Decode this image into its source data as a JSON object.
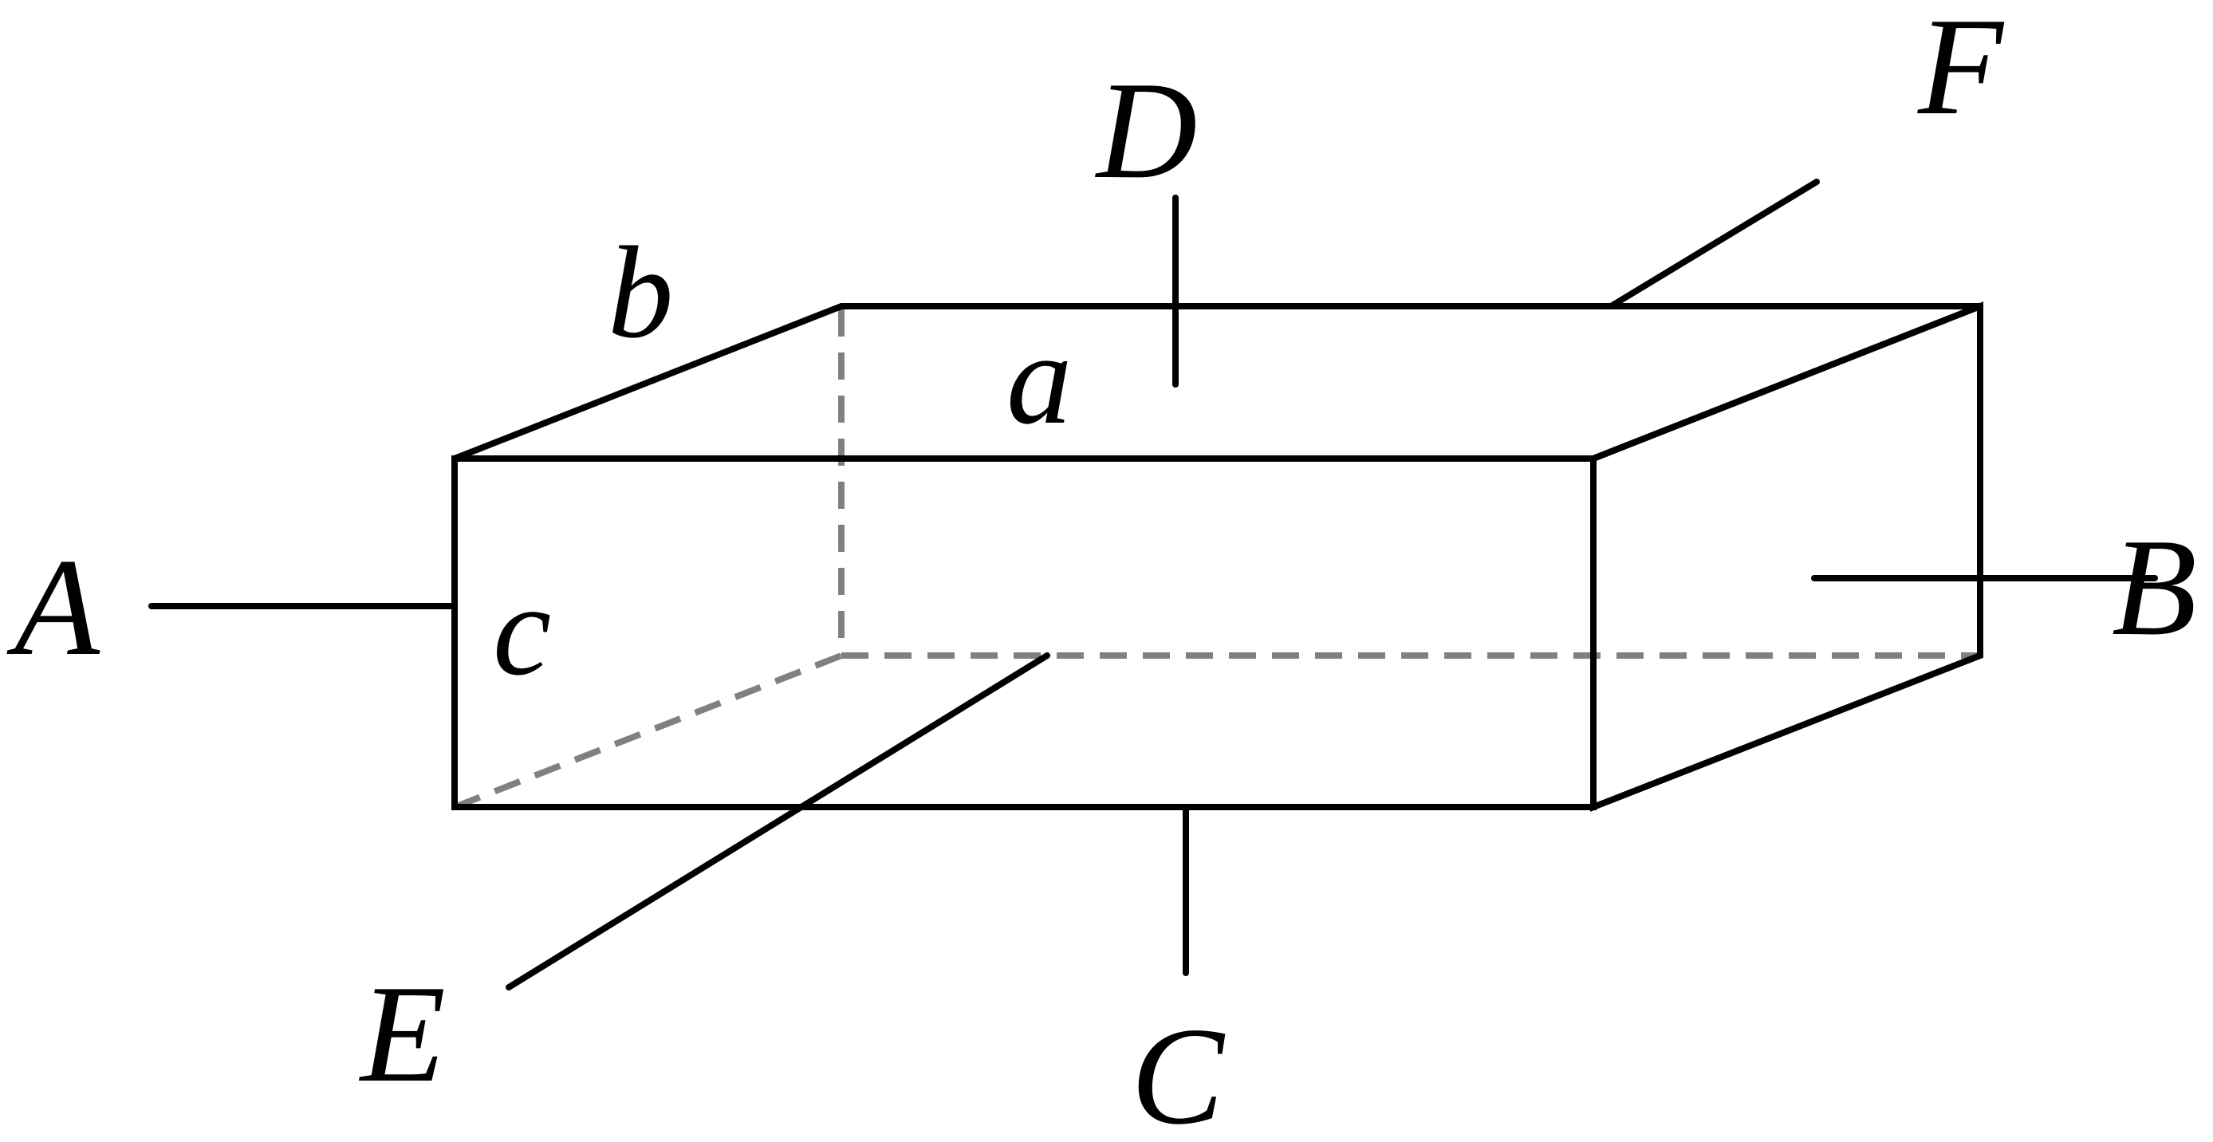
{
  "labels": {
    "A": "A",
    "B": "B",
    "C": "C",
    "D": "D",
    "E": "E",
    "F": "F"
  },
  "dimensions": {
    "a": "a",
    "b": "b",
    "c": "c"
  },
  "colors": {
    "visible_edge": "#000000",
    "hidden_edge": "#808080",
    "background": "#ffffff"
  }
}
